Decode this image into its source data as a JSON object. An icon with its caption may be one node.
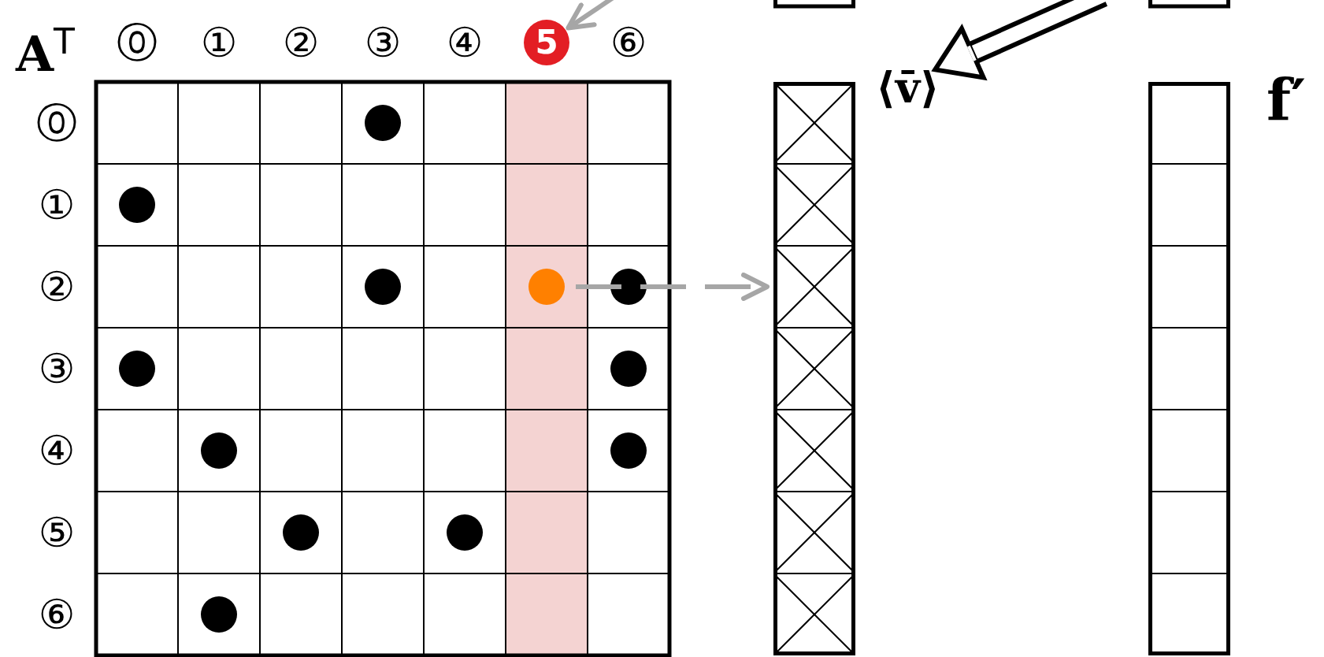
{
  "diagram": {
    "nodes": [
      {
        "text": [
          "5"
        ]
      },
      {
        "text": [],
        "shape": "circle"
      },
      {
        "text": [
          "⟨v̄⟩"
        ]
      },
      {
        "text": [],
        "shape": "bar"
      },
      {
        "text": [
          "f′"
        ]
      }
    ],
    "edges": [
      {
        "from": null,
        "to": 0,
        "arrow": "to",
        "color": "#a6a6a6"
      },
      {
        "from": 1,
        "to": 3,
        "arrow": "to",
        "style": "dashed",
        "color": "#a6a6a6"
      },
      {
        "from": null,
        "to": 2,
        "arrow": "to",
        "style": "thick"
      }
    ],
    "labels": [
      "**A**$^{T}$",
      "⓪",
      "①",
      "②",
      "③",
      "④",
      "⑥",
      "⓪",
      "①",
      "②",
      "③",
      "④",
      "⑤",
      "⑥"
    ]
  }
}
